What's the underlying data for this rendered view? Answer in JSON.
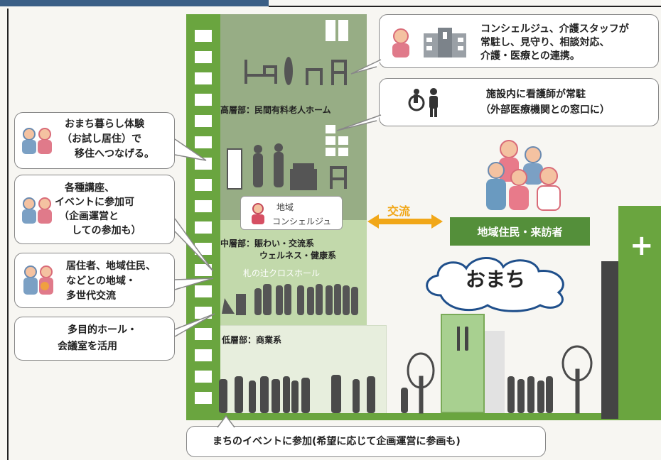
{
  "callouts": {
    "staff": {
      "line1": "コンシェルジュ、介護スタッフが",
      "line2": "常駐し、見守り、相談対応、",
      "line3": "介護・医療との連携。"
    },
    "nurse": {
      "line1": "施設内に看護師が常駐",
      "line2": "（外部医療機関との窓口に）"
    },
    "trial": {
      "line1": "おまち暮らし体験",
      "line2": "（お試し居住）で",
      "line3": "移住へつなげる。"
    },
    "lectures": {
      "line1": "各種講座、",
      "line2": "イベントに参加可",
      "line3": "（企画運営と",
      "line4": "しての参加も）"
    },
    "generations": {
      "line1": "居住者、地域住民、",
      "line2": "などとの地域・",
      "line3": "多世代交流"
    },
    "hall": {
      "line1": "多目的ホール・",
      "line2": "会議室を活用"
    },
    "events": {
      "text": "まちのイベントに参加(希望に応じて企画運営に参画も)"
    }
  },
  "building": {
    "upper_label": "高層部：民間有料老人ホーム",
    "concierge_line1": "地域",
    "concierge_line2": "コンシェルジュ",
    "middle_line1": "中層部：賑わい・交流系",
    "middle_line2": "ウェルネス・健康系",
    "middle_line3": "札の辻クロスホール",
    "lower_label": "低層部：商業系"
  },
  "town": {
    "exchange_label": "交流",
    "residents_label": "地域住民・来訪者",
    "omachi_label": "おまち"
  },
  "colors": {
    "building_green": "#6aa53f",
    "upper_floor": "#97ad85",
    "middle_floor": "#c2d9ab",
    "resident_box": "#548f3a",
    "exchange_arrow": "#f1a718",
    "silhouette": "#4a4a4a",
    "icon_pink": "#e07a8a"
  }
}
